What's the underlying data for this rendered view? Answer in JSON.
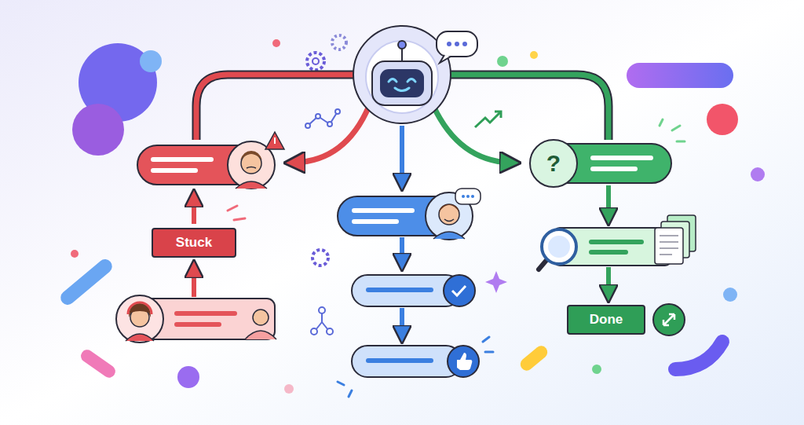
{
  "diagram": {
    "nodes": [
      {
        "text": [
          "Stuck"
        ]
      },
      {
        "text": [
          "Done"
        ]
      }
    ],
    "labels": [
      "?"
    ]
  }
}
